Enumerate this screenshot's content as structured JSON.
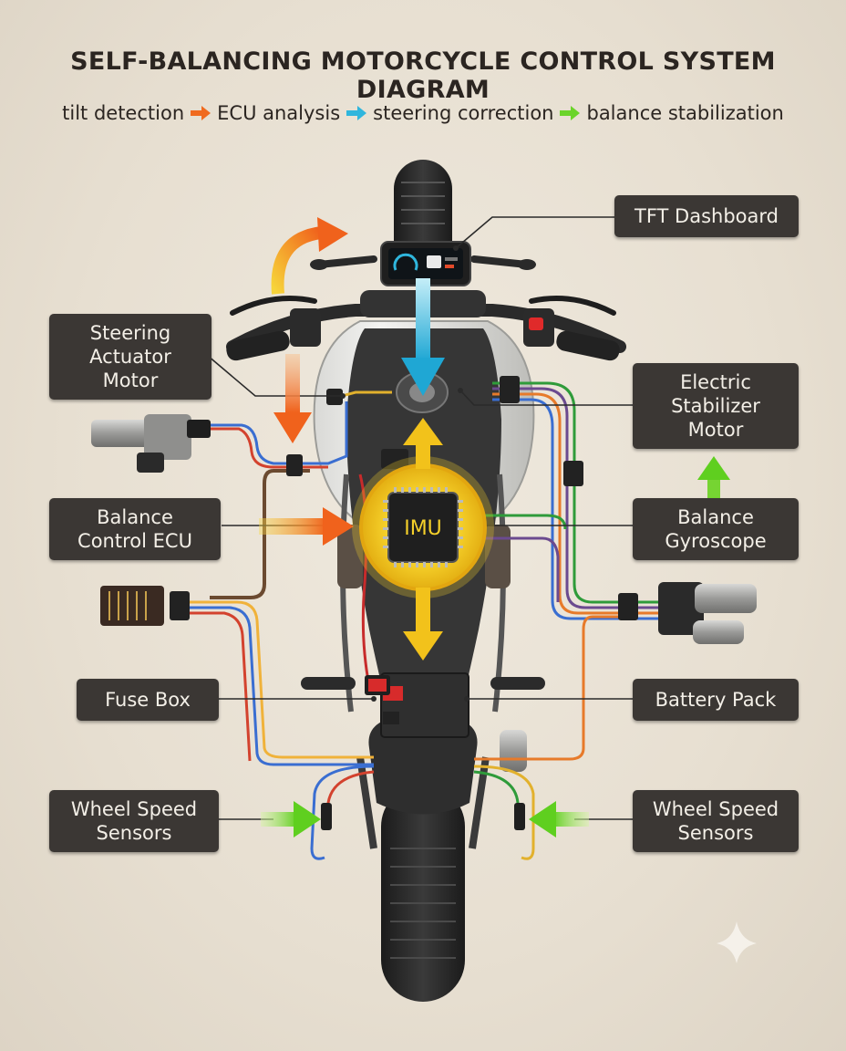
{
  "title": "SELF-BALANCING MOTORCYCLE CONTROL SYSTEM DIAGRAM",
  "flow": {
    "step1": "tilt detection",
    "step2": "ECU analysis",
    "step3": "steering correction",
    "step4": "balance stabilization"
  },
  "labels": {
    "tft_dashboard": "TFT Dashboard",
    "steering_actuator": "Steering\nActuator\nMotor",
    "electric_stabilizer": "Electric\nStabilizer\nMotor",
    "balance_ecu": "Balance\nControl ECU",
    "balance_gyroscope": "Balance\nGyroscope",
    "fuse_box": "Fuse Box",
    "battery_pack": "Battery Pack",
    "wheel_speed_left": "Wheel Speed\nSensors",
    "wheel_speed_right": "Wheel Speed\nSensors"
  },
  "imu": "IMU",
  "colors": {
    "orange_arrow": "#f06a1e",
    "blue_arrow": "#2fb6dd",
    "green_arrow": "#6bd42a",
    "yellow_arrow": "#f2c21b",
    "label_bg": "#3b3734"
  }
}
